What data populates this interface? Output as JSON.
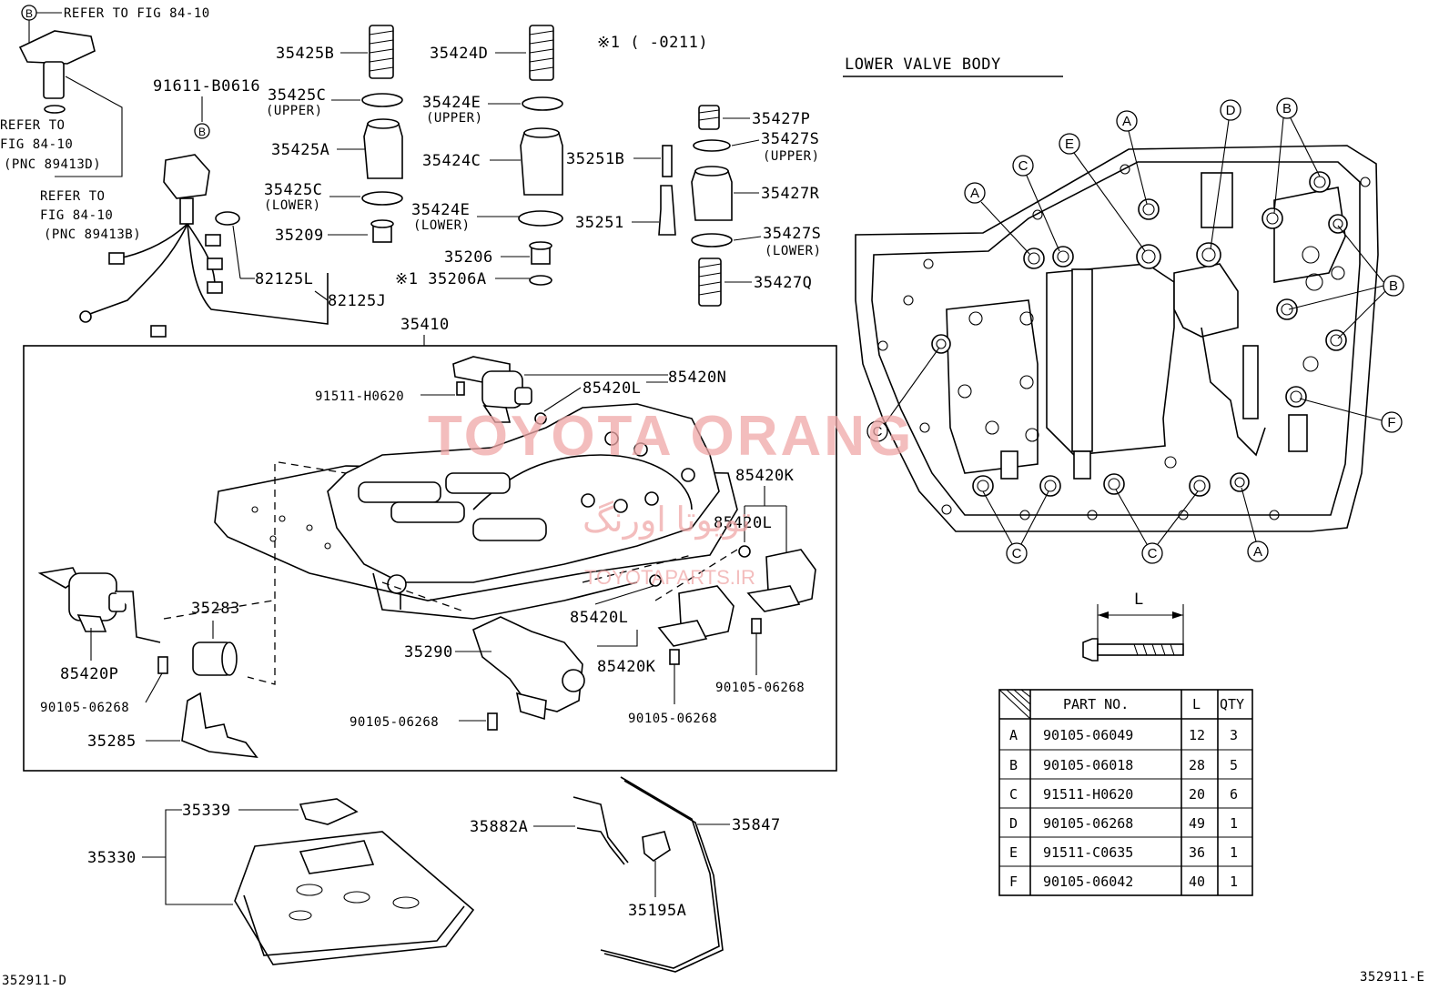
{
  "header": {
    "ref_b_letter": "B",
    "ref_b_text": "REFER TO FIG 84-10",
    "note_mark": "※1 (      -0211)",
    "lower_valve_body_title": "LOWER VALVE BODY"
  },
  "left_refs": {
    "ref1": [
      "REFER TO",
      "FIG 84-10",
      "(PNC 89413D)"
    ],
    "ref2": [
      "REFER TO",
      "FIG 84-10",
      "(PNC 89413B)"
    ]
  },
  "part_labels": {
    "p91611": "91611-B0616",
    "p35425B": "35425B",
    "p35425C_upper": "35425C",
    "upper_a": "(UPPER)",
    "p35425A": "35425A",
    "p35425C_lower": "35425C",
    "lower_a": "(LOWER)",
    "p35209": "35209",
    "p35424D": "35424D",
    "p35424E_upper": "35424E",
    "upper_b": "(UPPER)",
    "p35424C": "35424C",
    "p35424E_lower": "35424E",
    "lower_b": "(LOWER)",
    "p35206": "35206",
    "p35206A": "※1 35206A",
    "p35251B": "35251B",
    "p35251": "35251",
    "p35427P": "35427P",
    "p35427S_upper": "35427S",
    "upper_c": "(UPPER)",
    "p35427R": "35427R",
    "p35427S_lower": "35427S",
    "lower_c": "(LOWER)",
    "p35427Q": "35427Q",
    "p82125L": "82125L",
    "p82125J": "82125J",
    "p35410": "35410",
    "p91511_H0620": "91511-H0620",
    "p85420L_a": "85420L",
    "p85420N": "85420N",
    "p85420K_a": "85420K",
    "p85420L_b": "85420L",
    "p35283": "35283",
    "p85420P": "85420P",
    "p90105_a": "90105-06268",
    "p35285": "35285",
    "p35290": "35290",
    "p90105_b": "90105-06268",
    "p85420L_c": "85420L",
    "p85420K_b": "85420K",
    "p90105_c": "90105-06268",
    "p90105_d": "90105-06268",
    "p35339": "35339",
    "p35330": "35330",
    "p35882A": "35882A",
    "p35847": "35847",
    "p35195A": "35195A"
  },
  "bolt_callouts": {
    "A": "A",
    "B": "B",
    "C": "C",
    "D": "D",
    "E": "E",
    "F": "F"
  },
  "bolt_dimension_label": "L",
  "bolt_table": {
    "headers": [
      "PART NO.",
      "L",
      "QTY"
    ],
    "rows": [
      {
        "key": "A",
        "part": "90105-06049",
        "L": "12",
        "qty": "3"
      },
      {
        "key": "B",
        "part": "90105-06018",
        "L": "28",
        "qty": "5"
      },
      {
        "key": "C",
        "part": "91511-H0620",
        "L": "20",
        "qty": "6"
      },
      {
        "key": "D",
        "part": "90105-06268",
        "L": "49",
        "qty": "1"
      },
      {
        "key": "E",
        "part": "91511-C0635",
        "L": "36",
        "qty": "1"
      },
      {
        "key": "F",
        "part": "90105-06042",
        "L": "40",
        "qty": "1"
      }
    ]
  },
  "footer": {
    "left_code": "352911-D",
    "right_code": "352911-E"
  },
  "watermark": {
    "main": "TOYOTA ORANG",
    "arabic": "تويوتا اورنگ",
    "sub": "TOYOTAPARTS.IR"
  }
}
